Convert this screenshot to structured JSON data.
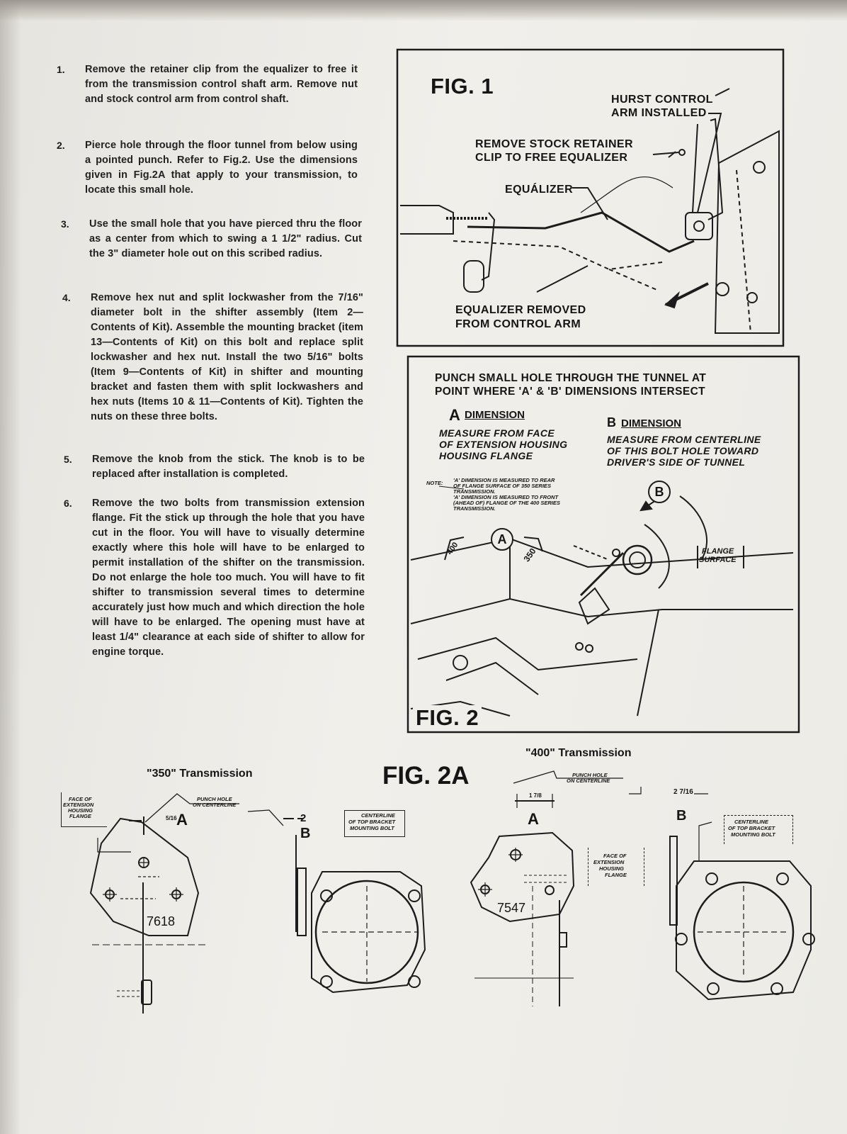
{
  "steps": [
    {
      "num": "1.",
      "text": "Remove the retainer clip from the equalizer to free it from the transmission control shaft arm. Remove nut and stock control arm from control shaft."
    },
    {
      "num": "2.",
      "text": "Pierce hole through the floor tunnel from below using a pointed punch. Refer to Fig.2. Use the dimensions given in Fig.2A that apply to your transmission, to locate this small hole."
    },
    {
      "num": "3.",
      "text": "Use the small hole that you have pierced thru the floor as a center from which to swing a 1 1/2\" radius. Cut the 3\" diameter hole out on this scribed radius."
    },
    {
      "num": "4.",
      "text": "Remove hex nut and split lockwasher from the 7/16\" diameter bolt in the shifter assembly (Item 2—Contents of Kit). Assemble the mounting bracket (item 13—Contents of Kit) on this bolt and replace split lockwasher and hex nut. Install the two 5/16\" bolts (Item 9—Contents of Kit) in shifter and mounting bracket and fasten them with split lockwashers and hex nuts (Items 10 & 11—Contents of Kit). Tighten the nuts on these three bolts."
    },
    {
      "num": "5.",
      "text": "Remove the knob from the stick. The knob is to be replaced after installation is completed."
    },
    {
      "num": "6.",
      "text": "Remove the two bolts from transmission extension flange. Fit the stick up through the hole that you have cut in the floor. You will have to visually determine exactly where this hole will have to be enlarged to permit installation of the shifter on the transmission. Do not enlarge the hole too much. You will have to fit shifter to transmission several times to determine accurately just how much and which direction the hole will have to be enlarged. The opening must have at least 1/4\" clearance at each side of shifter to allow for engine torque."
    }
  ],
  "fig1": {
    "title": "FIG. 1",
    "hurst_line1": "HURST CONTROL",
    "hurst_line2": "ARM INSTALLED",
    "retainer_line1": "REMOVE STOCK RETAINER",
    "retainer_line2": "CLIP TO FREE EQUALIZER",
    "equalizer": "EQUÁLIZER",
    "removed_line1": "EQUALIZER REMOVED",
    "removed_line2": "FROM CONTROL ARM"
  },
  "fig2": {
    "title": "FIG. 2",
    "heading_line1": "PUNCH SMALL HOLE THROUGH THE TUNNEL AT",
    "heading_line2": "POINT WHERE 'A' & 'B' DIMENSIONS INTERSECT",
    "a_letter": "A",
    "a_title": "DIMENSION",
    "a_desc_line1": "MEASURE FROM FACE",
    "a_desc_line2": "OF EXTENSION HOUSING",
    "a_desc_line3": "HOUSING FLANGE",
    "b_letter": "B",
    "b_title": "DIMENSION",
    "b_desc_line1": "MEASURE FROM CENTERLINE",
    "b_desc_line2": "OF THIS BOLT HOLE TOWARD",
    "b_desc_line3": "DRIVER'S SIDE OF TUNNEL",
    "note_label": "NOTE:",
    "note_line1": "'A' DIMENSION IS MEASURED TO REAR",
    "note_line2": "OF FLANGE SURFACE OF 350 SERIES",
    "note_line3": "TRANSMISSION.",
    "note_line4": "'A' DIMENSION IS MEASURED TO FRONT",
    "note_line5": "(AHEAD OF) FLANGE OF THE 400 SERIES",
    "note_line6": "TRANSMISSION.",
    "callout_a": "A",
    "callout_b": "B",
    "dim_400": "400",
    "dim_350": "350",
    "flange_line1": "FLANGE",
    "flange_line2": "SURFACE"
  },
  "fig2a": {
    "title": "FIG. 2A",
    "t350": {
      "heading": "\"350\" Transmission",
      "face_line1": "FACE OF",
      "face_line2": "EXTENSION",
      "face_line3": "HOUSING",
      "face_line4": "FLANGE",
      "punch_line1": "PUNCH HOLE",
      "punch_line2": "ON CENTERLINE",
      "a_dim": "5/16",
      "a_label": "A",
      "b_dim": "2",
      "b_label": "B",
      "centerline_line1": "CENTERLINE",
      "centerline_line2": "OF TOP BRACKET",
      "centerline_line3": "MOUNTING BOLT",
      "part_number": "7618"
    },
    "t400": {
      "heading": "\"400\" Transmission",
      "punch_line1": "PUNCH HOLE",
      "punch_line2": "ON CENTERLINE",
      "a_dim": "1 7/8",
      "a_label": "A",
      "b_dim": "2 7/16",
      "b_label": "B",
      "centerline_line1": "CENTERLINE",
      "centerline_line2": "OF TOP BRACKET",
      "centerline_line3": "MOUNTING BOLT",
      "face_line1": "FACE OF",
      "face_line2": "EXTENSION",
      "face_line3": "HOUSING",
      "face_line4": "FLANGE",
      "part_number": "7547"
    }
  }
}
